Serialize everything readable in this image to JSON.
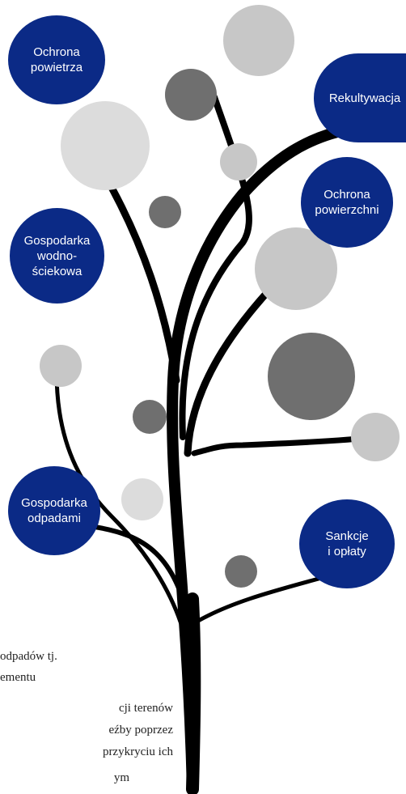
{
  "colors": {
    "node_fill": "#0b2a86",
    "node_text": "#ffffff",
    "trunk": "#000000",
    "circle_light": "#c7c7c7",
    "circle_lighter": "#dcdcdc",
    "circle_dark": "#6f6f6f"
  },
  "nodes": {
    "ochrona_powietrza": "Ochrona\npowietrza",
    "rekultywacja": "Rekultywacja",
    "ochrona_powierzchni": "Ochrona\npowierzchni",
    "gospodarka_wodno_sciekowa": "Gospodarka\nwodno-\nściekowa",
    "gospodarka_odpadami": "Gospodarka\nodpadami",
    "sankcje_i_oplaty": "Sankcje\ni opłaty"
  },
  "body_text": {
    "line1": "odpadów tj.",
    "line2": "ementu",
    "line3": "cji    terenów",
    "line4": "eźby  poprzez",
    "line5": "przykryciu  ich",
    "line6": "ym"
  }
}
